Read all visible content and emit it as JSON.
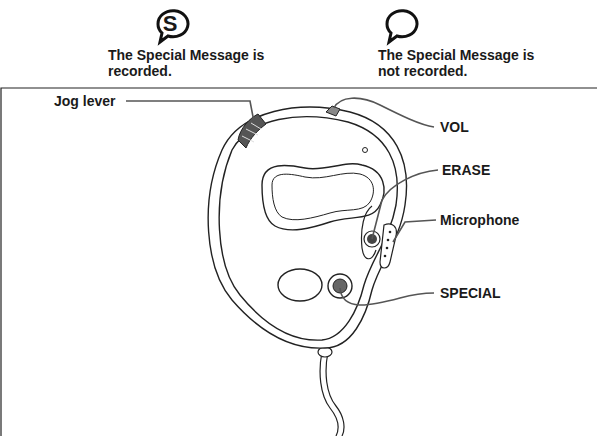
{
  "diagram": {
    "labels": [
      "S",
      "The Special Message is recorded.",
      "The Special Message is not recorded.",
      "Jog lever",
      "VOL",
      "ERASE",
      "Microphone",
      "SPECIAL"
    ]
  }
}
